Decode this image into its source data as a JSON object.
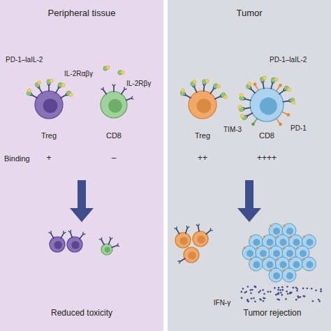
{
  "diagram": {
    "nodes": [
      {
        "text": [
          "Peripheral tissue",
          "Reduced toxicity"
        ]
      },
      {
        "text": [
          "Treg"
        ],
        "in": 0
      },
      {
        "text": [
          "CD8"
        ],
        "in": 0
      },
      {
        "text": [
          "Tumor",
          "Tumor rejection"
        ]
      },
      {
        "text": [
          "Treg"
        ],
        "in": 3
      },
      {
        "text": [
          "CD8"
        ],
        "in": 3
      }
    ],
    "labels": [
      "PD-1–laIL-2",
      "IL-2Rαβγ",
      "IL-2Rβγ",
      "Binding",
      "+",
      "–",
      "++",
      "++++",
      "PD-1–laIL-2",
      "TIM-3",
      "PD-1",
      "IFN-γ"
    ]
  }
}
